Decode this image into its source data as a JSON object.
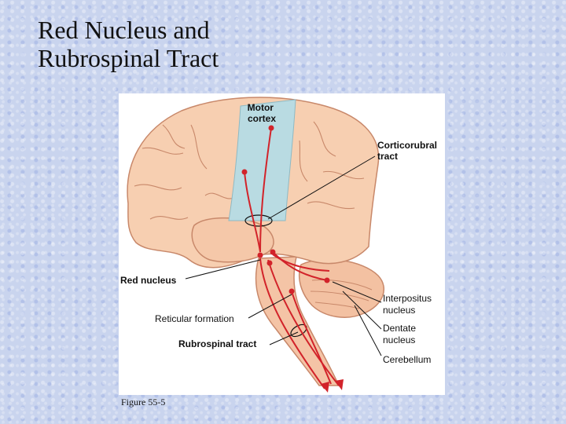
{
  "title": {
    "line1": "Red Nucleus and",
    "line2": "Rubrospinal Tract"
  },
  "labels": {
    "motor_cortex": {
      "line1": "Motor",
      "line2": "cortex"
    },
    "corticorubral_tract": {
      "line1": "Corticorubral",
      "line2": "tract"
    },
    "red_nucleus": "Red nucleus",
    "interpositus_nucleus": {
      "line1": "Interpositus",
      "line2": "nucleus"
    },
    "reticular_formation": "Reticular formation",
    "dentate_nucleus": {
      "line1": "Dentate",
      "line2": "nucleus"
    },
    "rubrospinal_tract": "Rubrospinal tract",
    "cerebellum": "Cerebellum"
  },
  "caption": "Figure 55-5",
  "colors": {
    "brain": "#f7cfb1",
    "brain_outline": "#c8886a",
    "cortex_strip": "#b9dbe2",
    "tract": "#d2232a"
  }
}
